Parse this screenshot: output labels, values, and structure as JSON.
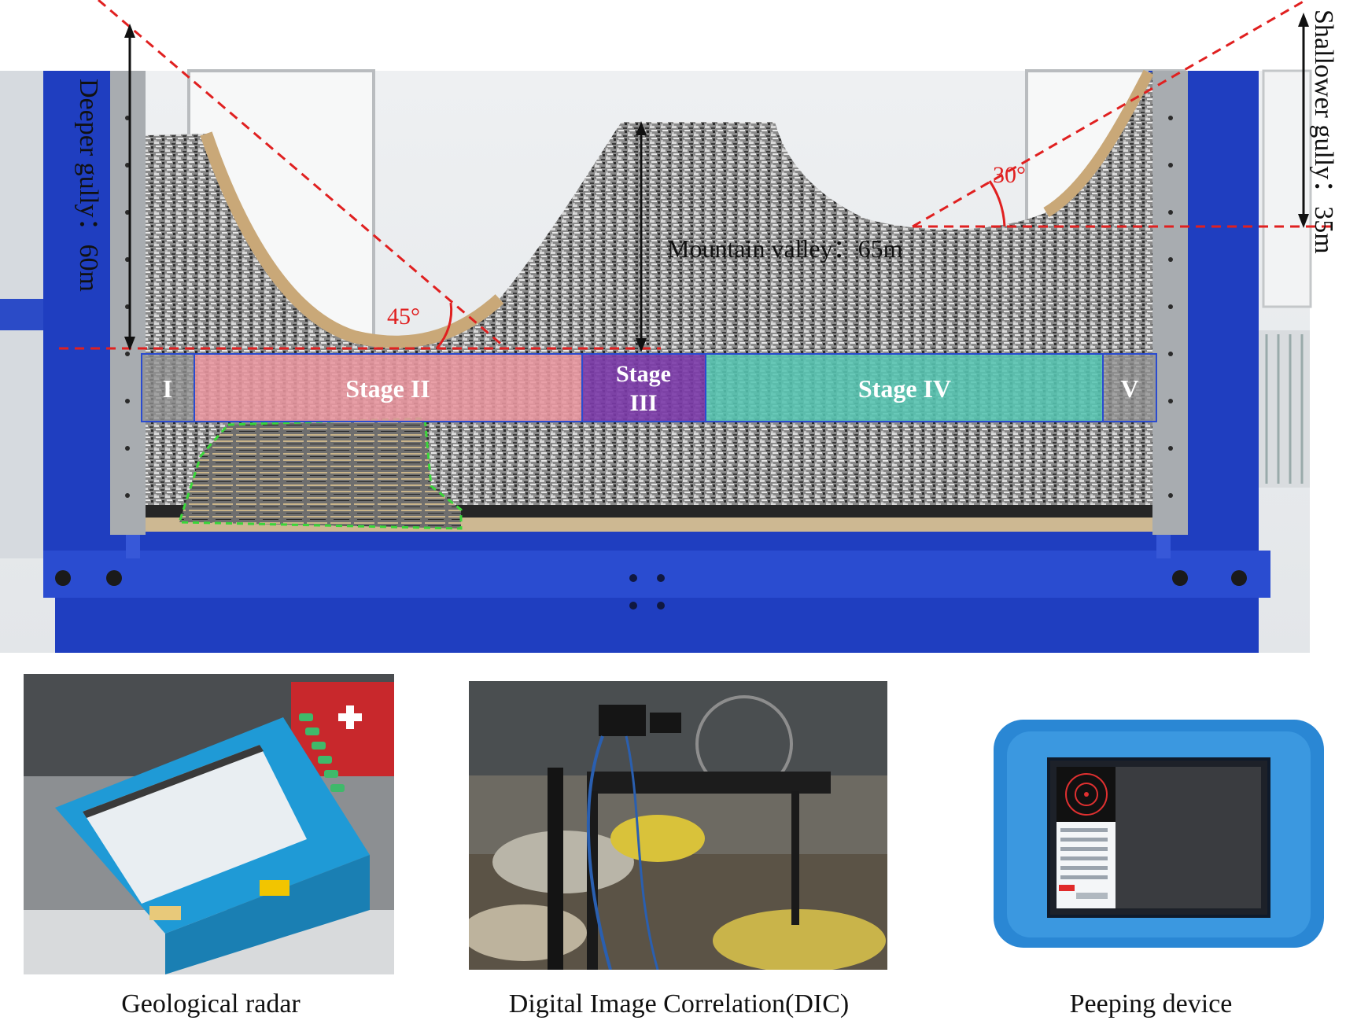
{
  "model": {
    "labels": {
      "deeper_gully": "Deeper gully：60m",
      "shallower_gully": "Shallower gully：35m",
      "mountain_valley": "Mountain valley：65m",
      "angle_left": "45°",
      "angle_right": "30°"
    },
    "stages": [
      {
        "label": "I",
        "color": "#8f8f8f"
      },
      {
        "label": "Stage II",
        "color": "#e8959e"
      },
      {
        "label": "Stage III",
        "color": "#7b3aa8"
      },
      {
        "label": "Stage IV",
        "color": "#55c4b0"
      },
      {
        "label": "V",
        "color": "#8f8f8f"
      }
    ],
    "colors": {
      "frame": "#1f3ec0",
      "dashed_reference": "#e02020",
      "failure_zone": "#3ad63a",
      "stage_border": "#2a4bd0"
    }
  },
  "equipment": [
    {
      "caption": "Geological radar",
      "icon": "geological-radar-photo"
    },
    {
      "caption": "Digital Image Correlation(DIC)",
      "icon": "dic-camera-photo"
    },
    {
      "caption": "Peeping device",
      "icon": "peeping-device-photo"
    }
  ]
}
